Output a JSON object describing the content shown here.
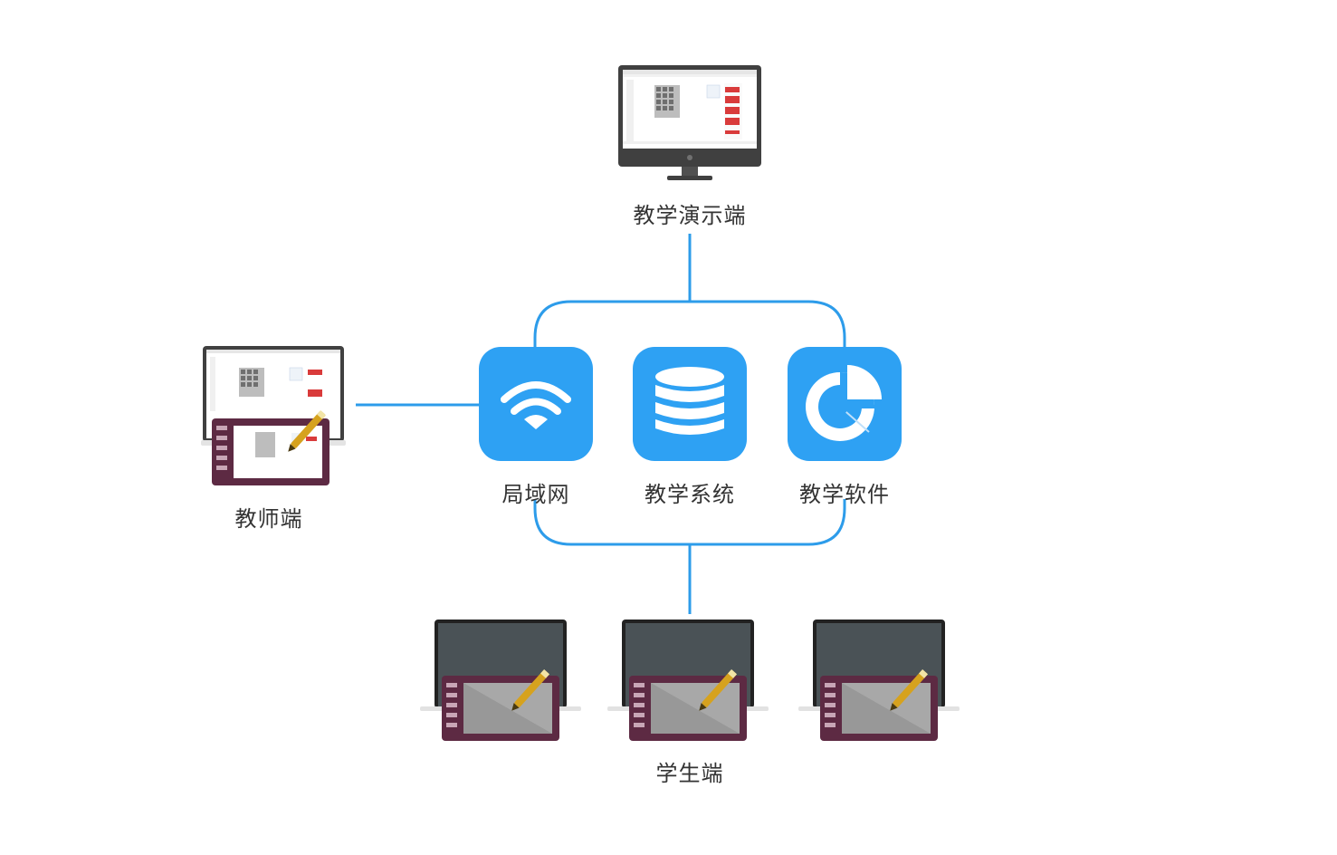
{
  "colors": {
    "line": "#2d9cea",
    "tile": "#2ea1f3",
    "monitor_frame": "#404040",
    "laptop_screen": "#4a5256",
    "tablet_body": "#5d2a43",
    "tablet_screen": "#a8a8a8",
    "pen": "#d6a21e"
  },
  "nodes": {
    "demo": {
      "label": "教学演示端",
      "icon": "desktop-monitor-icon"
    },
    "teacher": {
      "label": "教师端",
      "icon": "laptop-with-pen-tablet-icon"
    },
    "students": {
      "label": "学生端",
      "icon": "laptop-with-pen-tablet-icon",
      "count": 3
    }
  },
  "hub": {
    "items": [
      {
        "label": "局域网",
        "icon": "wifi-icon"
      },
      {
        "label": "教学系统",
        "icon": "database-icon"
      },
      {
        "label": "教学软件",
        "icon": "pie-chart-icon"
      }
    ]
  }
}
